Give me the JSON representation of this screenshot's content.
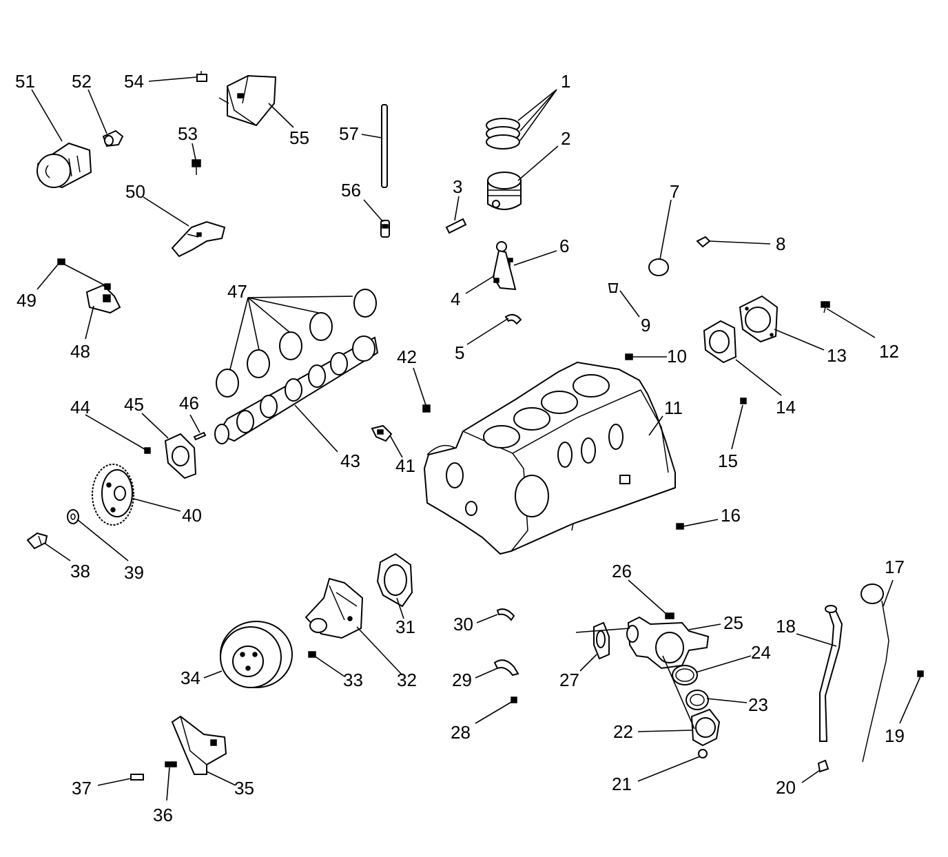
{
  "diagram": {
    "callouts": [
      {
        "id": "51",
        "label": "51"
      },
      {
        "id": "52",
        "label": "52"
      },
      {
        "id": "54",
        "label": "54"
      },
      {
        "id": "55",
        "label": "55"
      },
      {
        "id": "53",
        "label": "53"
      },
      {
        "id": "57",
        "label": "57"
      },
      {
        "id": "1",
        "label": "1"
      },
      {
        "id": "2",
        "label": "2"
      },
      {
        "id": "3",
        "label": "3"
      },
      {
        "id": "56",
        "label": "56"
      },
      {
        "id": "50",
        "label": "50"
      },
      {
        "id": "7",
        "label": "7"
      },
      {
        "id": "8",
        "label": "8"
      },
      {
        "id": "6",
        "label": "6"
      },
      {
        "id": "49",
        "label": "49"
      },
      {
        "id": "48",
        "label": "48"
      },
      {
        "id": "4",
        "label": "4"
      },
      {
        "id": "47",
        "label": "47"
      },
      {
        "id": "9",
        "label": "9"
      },
      {
        "id": "12",
        "label": "12"
      },
      {
        "id": "13",
        "label": "13"
      },
      {
        "id": "5",
        "label": "5"
      },
      {
        "id": "10",
        "label": "10"
      },
      {
        "id": "42",
        "label": "42"
      },
      {
        "id": "14",
        "label": "14"
      },
      {
        "id": "44",
        "label": "44"
      },
      {
        "id": "45",
        "label": "45"
      },
      {
        "id": "46",
        "label": "46"
      },
      {
        "id": "11",
        "label": "11"
      },
      {
        "id": "43",
        "label": "43"
      },
      {
        "id": "41",
        "label": "41"
      },
      {
        "id": "15",
        "label": "15"
      },
      {
        "id": "40",
        "label": "40"
      },
      {
        "id": "16",
        "label": "16"
      },
      {
        "id": "38",
        "label": "38"
      },
      {
        "id": "39",
        "label": "39"
      },
      {
        "id": "17",
        "label": "17"
      },
      {
        "id": "26",
        "label": "26"
      },
      {
        "id": "31",
        "label": "31"
      },
      {
        "id": "30",
        "label": "30"
      },
      {
        "id": "25",
        "label": "25"
      },
      {
        "id": "18",
        "label": "18"
      },
      {
        "id": "24",
        "label": "24"
      },
      {
        "id": "34",
        "label": "34"
      },
      {
        "id": "33",
        "label": "33"
      },
      {
        "id": "32",
        "label": "32"
      },
      {
        "id": "29",
        "label": "29"
      },
      {
        "id": "27",
        "label": "27"
      },
      {
        "id": "23",
        "label": "23"
      },
      {
        "id": "28",
        "label": "28"
      },
      {
        "id": "22",
        "label": "22"
      },
      {
        "id": "19",
        "label": "19"
      },
      {
        "id": "37",
        "label": "37"
      },
      {
        "id": "35",
        "label": "35"
      },
      {
        "id": "21",
        "label": "21"
      },
      {
        "id": "20",
        "label": "20"
      },
      {
        "id": "36",
        "label": "36"
      }
    ]
  }
}
